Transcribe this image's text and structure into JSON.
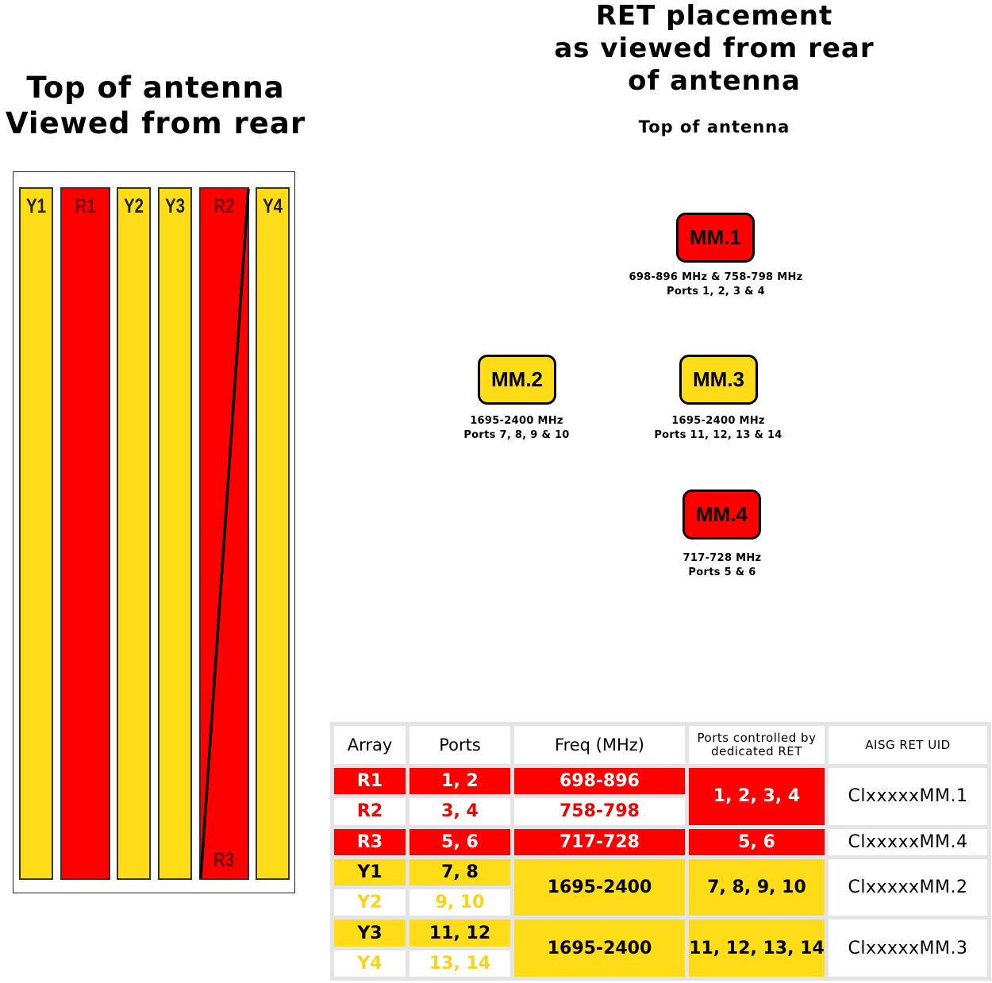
{
  "left_heading": {
    "line1": "Top of antenna",
    "line2": "Viewed from rear"
  },
  "right_heading": {
    "line1": "RET placement",
    "line2": "as viewed from rear",
    "line3": "of antenna",
    "sub": "Top of antenna"
  },
  "arrays": [
    {
      "label": "Y1",
      "color": "yellow"
    },
    {
      "label": "R1",
      "color": "red"
    },
    {
      "label": "Y2",
      "color": "yellow"
    },
    {
      "label": "Y3",
      "color": "yellow"
    },
    {
      "label": "R2",
      "color": "red"
    },
    {
      "label": "Y4",
      "color": "yellow"
    }
  ],
  "r3_label": "R3",
  "ret_units": [
    {
      "name": "MM.1",
      "color": "red",
      "freq": "698-896 MHz & 758-798 MHz",
      "ports": "Ports 1, 2, 3 & 4"
    },
    {
      "name": "MM.2",
      "color": "yellow",
      "freq": "1695-2400 MHz",
      "ports": "Ports 7, 8, 9 & 10"
    },
    {
      "name": "MM.3",
      "color": "yellow",
      "freq": "1695-2400 MHz",
      "ports": "Ports 11, 12, 13 & 14"
    },
    {
      "name": "MM.4",
      "color": "red",
      "freq": "717-728 MHz",
      "ports": "Ports  5 & 6"
    }
  ],
  "table": {
    "headers": {
      "array": "Array",
      "ports": "Ports",
      "freq": "Freq (MHz)",
      "controlled": "Ports controlled by dedicated RET",
      "uid": "AISG RET UID"
    },
    "rows": {
      "r1": {
        "array": "R1",
        "ports": "1, 2",
        "freq": "698-896"
      },
      "r2": {
        "array": "R2",
        "ports": "3, 4",
        "freq": "758-798"
      },
      "r3": {
        "array": "R3",
        "ports": "5, 6",
        "freq": "717-728"
      },
      "y1": {
        "array": "Y1",
        "ports": "7, 8"
      },
      "y2": {
        "array": "Y2",
        "ports": "9, 10"
      },
      "y3": {
        "array": "Y3",
        "ports": "11, 12"
      },
      "y4": {
        "array": "Y4",
        "ports": "13, 14"
      }
    },
    "groups": {
      "mm1": {
        "controlled": "1, 2, 3, 4",
        "uid": "ClxxxxxMM.1"
      },
      "mm4": {
        "controlled": "5, 6",
        "uid": "ClxxxxxMM.4"
      },
      "mm2": {
        "freq": "1695-2400",
        "controlled": "7, 8, 9, 10",
        "uid": "ClxxxxxMM.2"
      },
      "mm3": {
        "freq": "1695-2400",
        "controlled": "11, 12, 13, 14",
        "uid": "ClxxxxxMM.3"
      }
    }
  },
  "colors": {
    "red": "#ff0000",
    "yellow": "#ffdc18",
    "black": "#000000",
    "white": "#ffffff"
  }
}
